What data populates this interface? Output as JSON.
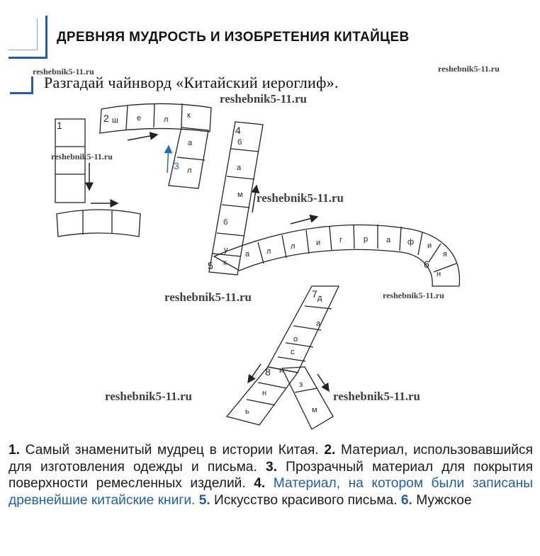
{
  "header": {
    "title": "ДРЕВНЯЯ МУДРОСТЬ И ИЗОБРЕТЕНИЯ КИТАЙЦЕВ"
  },
  "task": {
    "text": "Разгадай чайнворд «Китайский иероглиф»."
  },
  "watermark": "reshebnik5-11.ru",
  "colors": {
    "accent_blue": "#1f5ea8",
    "ink": "#222222"
  },
  "crossword": {
    "numbers": [
      "1",
      "2",
      "3",
      "4",
      "5",
      "6",
      "7",
      "8"
    ],
    "word2": [
      "ш",
      "е",
      "л",
      "к"
    ],
    "word3": [
      "а",
      "л"
    ],
    "word4": [
      "б",
      "а",
      "м",
      "б",
      "у"
    ],
    "word5": [
      "к",
      "а",
      "л",
      "л",
      "и",
      "г",
      "р",
      "а",
      "ф",
      "и"
    ],
    "word6": [
      "я",
      "н"
    ],
    "word7": [
      "д",
      "а",
      "о",
      "с",
      "и"
    ],
    "word8": [
      "н",
      "ь"
    ],
    "word_z": [
      "з",
      "м"
    ]
  },
  "clues": {
    "n1": "1.",
    "t1": " Самый знаменитый мудрец в истории Китая. ",
    "n2": "2.",
    "t2": " Материал, использовавшийся для изготовления одежды и письма. ",
    "n3": "3.",
    "t3": " Прозрачный материал для покрытия поверхности ремесленных изделий. ",
    "n4": "4.",
    "t4": " Материал, на котором были записаны древнейшие китайские книги. ",
    "n5": "5.",
    "t5": " Искусство красивого письма. ",
    "n6": "6.",
    "t6": " Мужское"
  }
}
